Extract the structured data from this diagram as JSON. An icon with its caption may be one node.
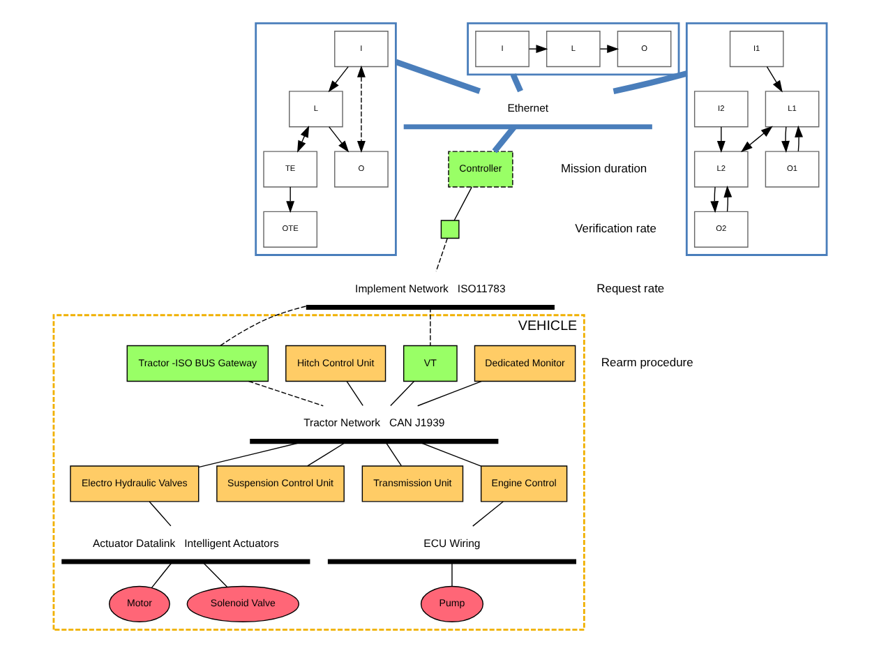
{
  "diagram": {
    "nodes": [
      {
        "text": [],
        "shape": "box"
      },
      {
        "text": [
          "I"
        ],
        "in": 0
      },
      {
        "text": [
          "L"
        ],
        "in": 0
      },
      {
        "text": [
          "O"
        ],
        "in": 0
      },
      {
        "text": [],
        "shape": "box"
      },
      {
        "text": [
          "I"
        ],
        "in": 4
      },
      {
        "text": [
          "L"
        ],
        "in": 4
      },
      {
        "text": [
          "O"
        ],
        "in": 4
      },
      {
        "text": [
          "TE"
        ],
        "in": 4
      },
      {
        "text": [
          "OTE"
        ],
        "in": 4
      },
      {
        "text": [],
        "shape": "box"
      },
      {
        "text": [
          "I1"
        ],
        "in": 10
      },
      {
        "text": [
          "L1"
        ],
        "in": 10
      },
      {
        "text": [
          "O1"
        ],
        "in": 10
      },
      {
        "text": [
          "I2"
        ],
        "in": 10
      },
      {
        "text": [
          "L2"
        ],
        "in": 10
      },
      {
        "text": [
          "O2"
        ],
        "in": 10
      },
      {
        "text": [
          "Ethernet"
        ]
      },
      {
        "text": [
          "Controller"
        ]
      },
      {
        "text": [],
        "shape": "box"
      },
      {
        "text": [
          "Implement Network",
          "ISO11783"
        ]
      },
      {
        "text": [
          "VEHICLE"
        ]
      },
      {
        "text": [
          "Dedicated Monitor"
        ],
        "in": 21
      },
      {
        "text": [
          "VT"
        ],
        "in": 21
      },
      {
        "text": [
          "Hitch Control Unit"
        ],
        "in": 21
      },
      {
        "text": [
          "Tractor -ISO BUS Gateway"
        ],
        "in": 21
      },
      {
        "text": [
          "Tractor Network",
          "CAN J1939"
        ],
        "in": 21
      },
      {
        "text": [
          "Electro Hydraulic Valves"
        ],
        "in": 21
      },
      {
        "text": [
          "Suspension Control Unit"
        ],
        "in": 21
      },
      {
        "text": [
          "Transmission Unit"
        ],
        "in": 21
      },
      {
        "text": [
          "Engine Control"
        ],
        "in": 21
      },
      {
        "text": [
          "Actuator Datalink",
          "Intelligent Actuators"
        ],
        "in": 21
      },
      {
        "text": [
          "ECU Wiring"
        ],
        "in": 21
      },
      {
        "text": [
          "Motor"
        ],
        "in": 21
      },
      {
        "text": [
          "Solenoid Valve"
        ],
        "in": 21
      },
      {
        "text": [
          "Pump"
        ],
        "in": 21
      }
    ],
    "edges": [
      {
        "from": 1,
        "to": 2,
        "arrow": "to"
      },
      {
        "from": 2,
        "to": 3,
        "arrow": "to"
      },
      {
        "from": 5,
        "to": 6,
        "arrow": "to"
      },
      {
        "from": 6,
        "to": 7,
        "arrow": "to"
      },
      {
        "from": 6,
        "to": 8,
        "arrow": "both"
      },
      {
        "from": 8,
        "to": 9,
        "arrow": "to"
      },
      {
        "from": 5,
        "to": 7,
        "arrow": "both",
        "style": "dashed"
      },
      {
        "from": 11,
        "to": 12,
        "arrow": "to"
      },
      {
        "from": 13,
        "to": 12,
        "arrow": "to"
      },
      {
        "from": 12,
        "to": 13,
        "arrow": "to"
      },
      {
        "from": 12,
        "to": 15,
        "arrow": "both"
      },
      {
        "from": 14,
        "to": 15,
        "arrow": "to"
      },
      {
        "from": 16,
        "to": 15,
        "arrow": "to"
      },
      {
        "from": 15,
        "to": 16,
        "arrow": "to"
      },
      {
        "from": 0,
        "to": 17,
        "arrow": "none",
        "color": "#4a7ebb",
        "style": "thick"
      },
      {
        "from": 4,
        "to": 17,
        "arrow": "none",
        "color": "#4a7ebb",
        "style": "thick"
      },
      {
        "from": 10,
        "to": 17,
        "arrow": "none",
        "color": "#4a7ebb",
        "style": "thick"
      },
      {
        "from": 17,
        "to": 18,
        "arrow": "none",
        "color": "#4a7ebb",
        "style": "thick"
      },
      {
        "from": 18,
        "to": 19,
        "arrow": "none"
      },
      {
        "from": 19,
        "to": 20,
        "arrow": "none",
        "style": "dashed"
      },
      {
        "from": 20,
        "to": 23,
        "arrow": "none",
        "style": "dashed"
      },
      {
        "from": 20,
        "to": 25,
        "arrow": "none",
        "style": "dashed"
      },
      {
        "from": 25,
        "to": 26,
        "arrow": "none",
        "style": "dashed"
      },
      {
        "from": 22,
        "to": 26,
        "arrow": "none"
      },
      {
        "from": 23,
        "to": 26,
        "arrow": "none"
      },
      {
        "from": 24,
        "to": 26,
        "arrow": "none"
      },
      {
        "from": 26,
        "to": 27,
        "arrow": "none"
      },
      {
        "from": 26,
        "to": 28,
        "arrow": "none"
      },
      {
        "from": 26,
        "to": 29,
        "arrow": "none"
      },
      {
        "from": 26,
        "to": 30,
        "arrow": "none"
      },
      {
        "from": 27,
        "to": 31,
        "arrow": "none"
      },
      {
        "from": 31,
        "to": 33,
        "arrow": "none"
      },
      {
        "from": 31,
        "to": 34,
        "arrow": "none"
      },
      {
        "from": 30,
        "to": 32,
        "arrow": "none"
      },
      {
        "from": 32,
        "to": 35,
        "arrow": "none"
      }
    ],
    "labels": [
      "Mission duration",
      "Verification rate",
      "Request rate",
      "Rearm procedure"
    ]
  }
}
